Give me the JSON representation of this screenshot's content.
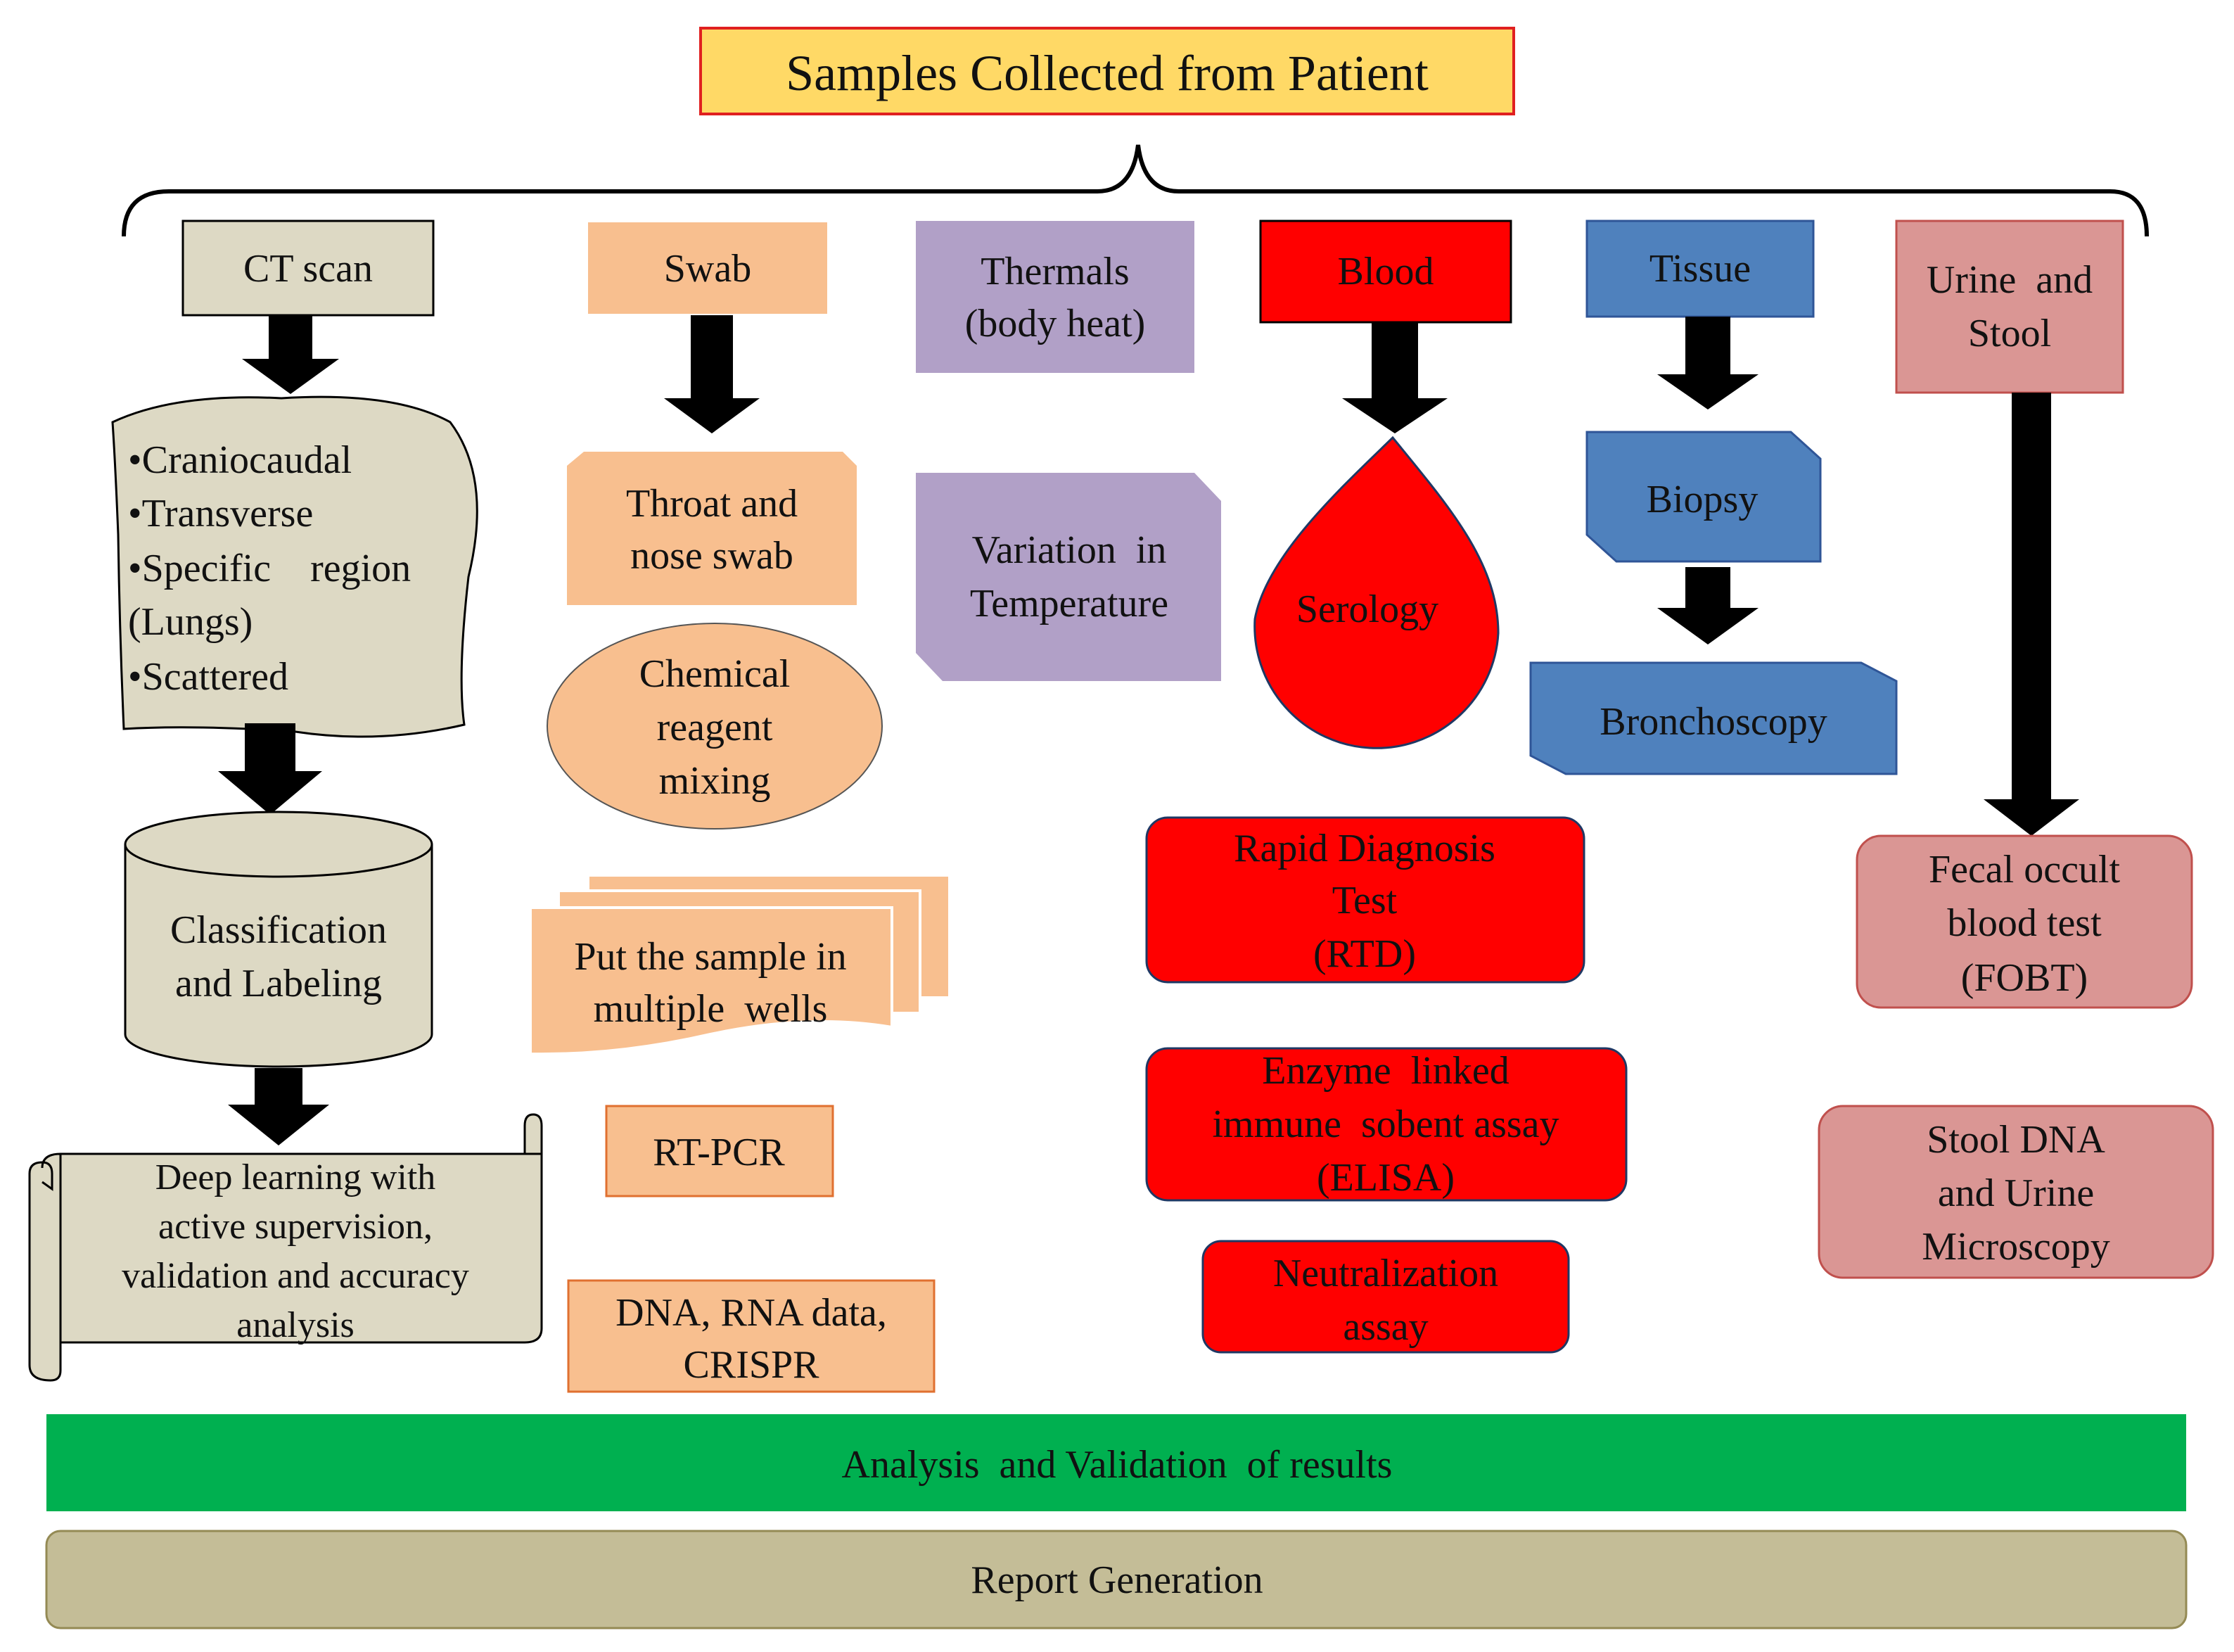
{
  "colors": {
    "title_fill": "#ffd966",
    "title_border": "#e02020",
    "ct_fill": "#ddd9c4",
    "swab_fill": "#f8bf8f",
    "thermal_fill": "#b1a0c7",
    "blood_fill": "#ff0000",
    "tissue_fill": "#4f81bd",
    "urine_fill": "#da9694",
    "analysis_fill": "#00b050",
    "report_fill": "#c4bd97",
    "arrow_fill": "#000000"
  },
  "title": "Samples Collected from Patient",
  "ct": {
    "header": "CT scan",
    "bullets": [
      "•Craniocaudal",
      "•Transverse",
      "•Specific    region",
      "(Lungs)",
      "•Scattered"
    ],
    "classification": [
      "Classification",
      "and Labeling"
    ],
    "deep_learning": [
      "Deep learning with",
      "active supervision,",
      "validation and accuracy",
      "analysis"
    ]
  },
  "swab": {
    "header": "Swab",
    "throat": [
      "Throat and",
      "nose swab"
    ],
    "chemical": [
      "Chemical",
      "reagent",
      "mixing"
    ],
    "wells": [
      "Put the sample in",
      "multiple  wells"
    ],
    "rtpcr": "RT-PCR",
    "dna": [
      "DNA, RNA data,",
      "CRISPR"
    ]
  },
  "thermal": {
    "header": [
      "Thermals",
      "(body heat)"
    ],
    "variation": [
      "Variation  in",
      "Temperature"
    ]
  },
  "blood": {
    "header": "Blood",
    "serology": "Serology",
    "rdt": [
      "Rapid Diagnosis",
      "Test",
      "(RTD)"
    ],
    "elisa": [
      "Enzyme  linked",
      "immune  sobent assay",
      "(ELISA)"
    ],
    "neutralization": [
      "Neutralization",
      "assay"
    ]
  },
  "tissue": {
    "header": "Tissue",
    "biopsy": "Biopsy",
    "bronchoscopy": "Bronchoscopy"
  },
  "urine": {
    "header": [
      "Urine  and",
      "Stool"
    ],
    "fobt": [
      "Fecal occult",
      "blood test",
      "(FOBT)"
    ],
    "stool_dna": [
      "Stool DNA",
      "and Urine",
      "Microscopy"
    ]
  },
  "analysis": "Analysis  and Validation  of results",
  "report": "Report Generation"
}
